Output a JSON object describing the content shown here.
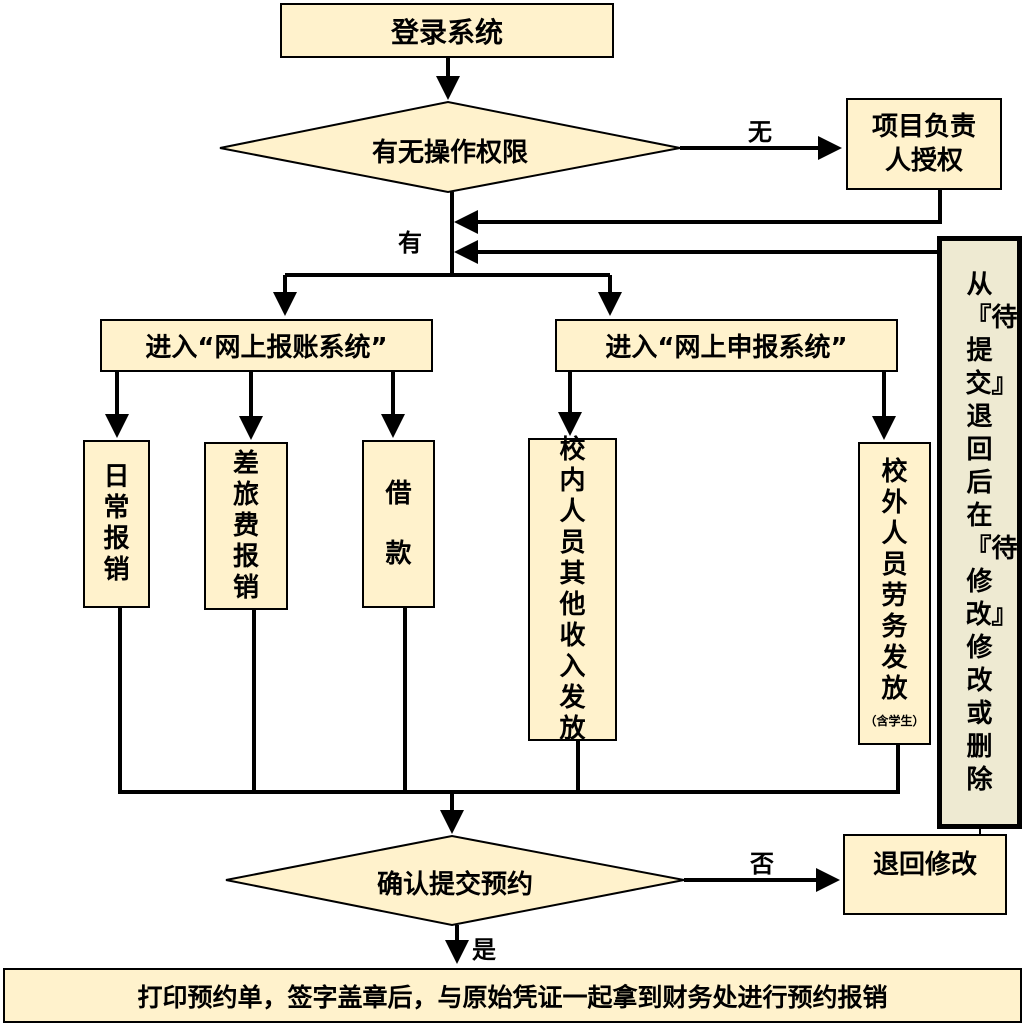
{
  "nodes": {
    "login": "登录系统",
    "permission_check": "有无操作权限",
    "authorize": "项目负责人授权",
    "reimburse_system": "进入“网上报账系统”",
    "declare_system": "进入“网上申报系统”",
    "daily": "日常报销",
    "travel": "差旅费报销",
    "loan": "借款",
    "internal_income": "校内人员其他收入发放",
    "external_labor": "校外人员劳务发放",
    "external_note": "（含学生）",
    "return_note": "从『待提交』退回后在『待修改』修改或删除",
    "confirm": "确认提交预约",
    "return_modify": "退回修改",
    "final": "打印预约单，签字盖章后，与原始凭证一起拿到财务处进行预约报销"
  },
  "labels": {
    "no_permission": "无",
    "has_permission": "有",
    "no": "否",
    "yes": "是"
  },
  "colors": {
    "box_fill": "#FFF2CC",
    "side_box_fill": "#EEEAD2"
  }
}
